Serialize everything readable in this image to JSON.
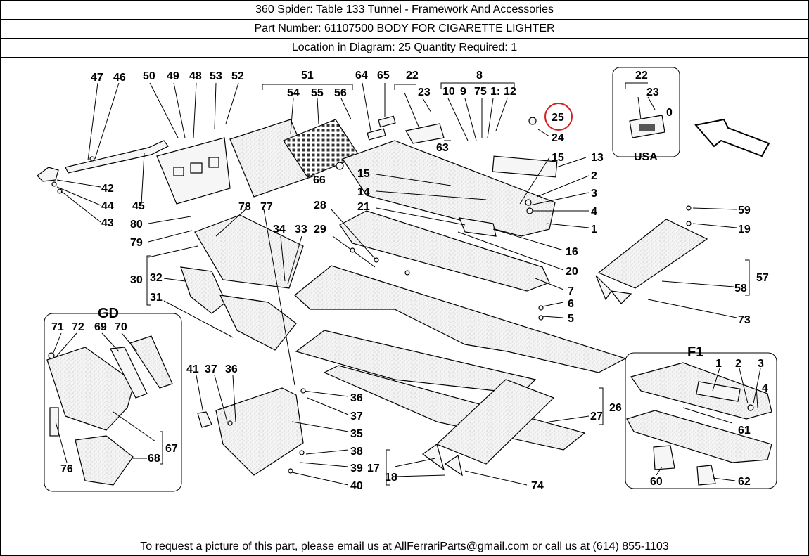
{
  "header": {
    "title": "360 Spider:   Table 133 Tunnel - Framework And Accessories",
    "part_number": "Part Number: 61107500   BODY FOR CIGARETTE LIGHTER",
    "location": "Location in Diagram: 25   Quantity Required: 1"
  },
  "diagram": {
    "highlight": "25",
    "labels": {
      "l47": "47",
      "l46": "46",
      "l50": "50",
      "l49": "49",
      "l48": "48",
      "l53": "53",
      "l52": "52",
      "l51": "51",
      "l54": "54",
      "l55": "55",
      "l56": "56",
      "l64": "64",
      "l65": "65",
      "l22a": "22",
      "l23a": "23",
      "l8": "8",
      "l10": "10",
      "l9": "9",
      "l75": "75",
      "l11": "1:",
      "l12": "12",
      "l25": "25",
      "l24": "24",
      "l63": "63",
      "l15a": "15",
      "l13": "13",
      "l2": "2",
      "l3": "3",
      "l4": "4",
      "l1": "1",
      "l66": "66",
      "l15b": "15",
      "l14": "14",
      "l21": "21",
      "l28": "28",
      "l16": "16",
      "l20": "20",
      "l7": "7",
      "l6": "6",
      "l5": "5",
      "l42": "42",
      "l44": "44",
      "l43": "43",
      "l45": "45",
      "l80": "80",
      "l79": "79",
      "l78": "78",
      "l77": "77",
      "l34": "34",
      "l33": "33",
      "l29": "29",
      "l30": "30",
      "l32": "32",
      "l31": "31",
      "l59": "59",
      "l19": "19",
      "l57": "57",
      "l58": "58",
      "l73": "73",
      "l22b": "22",
      "l23b": "23",
      "l0": "0",
      "l71": "71",
      "l72": "72",
      "l69": "69",
      "l70": "70",
      "l67": "67",
      "l68": "68",
      "l76": "76",
      "l41": "41",
      "l37a": "37",
      "l36a": "36",
      "l36b": "36",
      "l37b": "37",
      "l35": "35",
      "l38": "38",
      "l39": "39",
      "l40": "40",
      "l26": "26",
      "l27": "27",
      "l17": "17",
      "l18": "18",
      "l74": "74",
      "l1f": "1",
      "l2f": "2",
      "l3f": "3",
      "l4f": "4",
      "l61": "61",
      "l60": "60",
      "l62": "62"
    },
    "insets": {
      "usa": "USA",
      "gd": "GD",
      "f1": "F1"
    }
  },
  "footer": {
    "contact": "To request a picture of this part, please email us at AllFerrariParts@gmail.com or call us at (614) 855-1103"
  },
  "colors": {
    "highlight_circle": "#d42020",
    "line": "#000000",
    "background": "#ffffff"
  }
}
